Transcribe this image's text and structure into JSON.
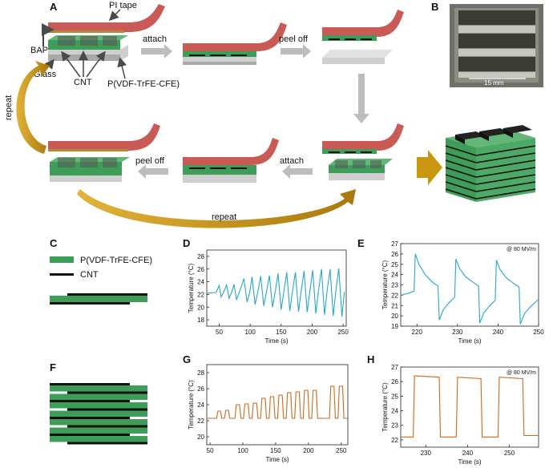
{
  "panels": {
    "A": "A",
    "B": "B",
    "C": "C",
    "D": "D",
    "E": "E",
    "F": "F",
    "G": "G",
    "H": "H"
  },
  "schematic": {
    "pi_tape": "PI tape",
    "bap": "BAP",
    "glass": "Glass",
    "cnt": "CNT",
    "polymer": "P(VDF-TrFE-CFE)",
    "attach": "attach",
    "peel_off": "peel off",
    "repeat": "repeat"
  },
  "photo": {
    "scale_bar": "15 mm"
  },
  "legend": {
    "polymer": "P(VDF-TrFE-CFE)",
    "cnt": "CNT"
  },
  "colors": {
    "green": "#3f9d5a",
    "black": "#111111",
    "tape": "#c95a55",
    "teal": "#2aa6c4",
    "orange": "#c96a1f",
    "gold": "#c8960f",
    "grey": "#bdbdbd"
  },
  "chart_data": [
    {
      "id": "D",
      "type": "line",
      "xlabel": "Time (s)",
      "ylabel": "Temperature (°C)",
      "xlim": [
        30,
        255
      ],
      "ylim": [
        17,
        29
      ],
      "xticks": [
        50,
        100,
        150,
        200,
        250
      ],
      "yticks": [
        18,
        20,
        22,
        24,
        26,
        28
      ],
      "series": [
        {
          "color": "#2aa6c4",
          "values": [
            [
              30,
              22.2
            ],
            [
              45,
              22.3
            ],
            [
              50,
              23.4
            ],
            [
              53,
              21.6
            ],
            [
              57,
              22.3
            ],
            [
              62,
              23.5
            ],
            [
              66,
              21.4
            ],
            [
              70,
              22.3
            ],
            [
              74,
              23.6
            ],
            [
              78,
              21.2
            ],
            [
              82,
              22.2
            ],
            [
              90,
              24.5
            ],
            [
              95,
              20.8
            ],
            [
              99,
              22.2
            ],
            [
              103,
              24.8
            ],
            [
              108,
              20.4
            ],
            [
              112,
              22.2
            ],
            [
              117,
              24.9
            ],
            [
              122,
              20.2
            ],
            [
              126,
              22.2
            ],
            [
              131,
              25.0
            ],
            [
              136,
              20.0
            ],
            [
              140,
              22.2
            ],
            [
              145,
              25.3
            ],
            [
              150,
              19.6
            ],
            [
              154,
              22.2
            ],
            [
              159,
              25.5
            ],
            [
              164,
              19.4
            ],
            [
              168,
              22.3
            ],
            [
              173,
              25.5
            ],
            [
              178,
              19.3
            ],
            [
              182,
              22.3
            ],
            [
              187,
              25.7
            ],
            [
              192,
              19.2
            ],
            [
              196,
              22.3
            ],
            [
              201,
              25.8
            ],
            [
              206,
              19.0
            ],
            [
              210,
              22.4
            ],
            [
              215,
              26.0
            ],
            [
              220,
              18.8
            ],
            [
              224,
              22.4
            ],
            [
              229,
              26.0
            ],
            [
              234,
              18.6
            ],
            [
              238,
              22.4
            ],
            [
              243,
              26.1
            ],
            [
              248,
              18.5
            ],
            [
              252,
              22.4
            ]
          ]
        }
      ]
    },
    {
      "id": "E",
      "type": "line",
      "xlabel": "Time (s)",
      "ylabel": "Temperature (°C)",
      "annotation": "@ 80 MV/m",
      "xlim": [
        216,
        250
      ],
      "ylim": [
        19,
        27
      ],
      "xticks": [
        220,
        230,
        240,
        250
      ],
      "yticks": [
        19,
        20,
        21,
        22,
        23,
        24,
        25,
        26,
        27
      ],
      "series": [
        {
          "color": "#2aa6c4",
          "values": [
            [
              216,
              22.0
            ],
            [
              218,
              22.2
            ],
            [
              219.3,
              22.4
            ],
            [
              219.6,
              26.0
            ],
            [
              220.5,
              25.0
            ],
            [
              222,
              24.0
            ],
            [
              224,
              23.2
            ],
            [
              225.2,
              22.9
            ],
            [
              225.5,
              19.6
            ],
            [
              226.5,
              20.6
            ],
            [
              228,
              21.3
            ],
            [
              229.3,
              21.8
            ],
            [
              229.6,
              25.5
            ],
            [
              230.5,
              24.6
            ],
            [
              232,
              23.8
            ],
            [
              234,
              23.2
            ],
            [
              235.2,
              22.9
            ],
            [
              235.5,
              19.3
            ],
            [
              236.5,
              20.3
            ],
            [
              238,
              21.0
            ],
            [
              239.3,
              21.5
            ],
            [
              239.6,
              25.4
            ],
            [
              240.5,
              24.5
            ],
            [
              242,
              23.7
            ],
            [
              244,
              23.1
            ],
            [
              245.2,
              22.8
            ],
            [
              245.5,
              19.2
            ],
            [
              246.5,
              20.2
            ],
            [
              248,
              20.9
            ],
            [
              250,
              21.6
            ]
          ]
        }
      ]
    },
    {
      "id": "G",
      "type": "line",
      "xlabel": "Time (s)",
      "ylabel": "Temperature (°C)",
      "xlim": [
        45,
        260
      ],
      "ylim": [
        19,
        29
      ],
      "xticks": [
        50,
        100,
        150,
        200,
        250
      ],
      "yticks": [
        20,
        22,
        24,
        26,
        28
      ],
      "series": [
        {
          "color": "#c96a1f",
          "values": [
            [
              45,
              22.3
            ],
            [
              60,
              22.3
            ],
            [
              62,
              23.2
            ],
            [
              66,
              23.2
            ],
            [
              68,
              22.3
            ],
            [
              72,
              22.3
            ],
            [
              74,
              23.3
            ],
            [
              78,
              23.3
            ],
            [
              80,
              22.3
            ],
            [
              88,
              22.3
            ],
            [
              90,
              24.0
            ],
            [
              95,
              24.0
            ],
            [
              97,
              22.3
            ],
            [
              101,
              22.3
            ],
            [
              103,
              24.1
            ],
            [
              108,
              24.1
            ],
            [
              110,
              22.3
            ],
            [
              114,
              22.3
            ],
            [
              116,
              24.2
            ],
            [
              121,
              24.2
            ],
            [
              123,
              22.3
            ],
            [
              127,
              22.3
            ],
            [
              129,
              24.8
            ],
            [
              134,
              24.8
            ],
            [
              136,
              22.3
            ],
            [
              140,
              22.3
            ],
            [
              142,
              25.0
            ],
            [
              147,
              25.0
            ],
            [
              149,
              22.3
            ],
            [
              153,
              22.3
            ],
            [
              155,
              25.2
            ],
            [
              160,
              25.2
            ],
            [
              162,
              22.3
            ],
            [
              166,
              22.3
            ],
            [
              168,
              25.5
            ],
            [
              173,
              25.5
            ],
            [
              175,
              22.3
            ],
            [
              179,
              22.3
            ],
            [
              181,
              25.6
            ],
            [
              186,
              25.6
            ],
            [
              188,
              22.3
            ],
            [
              192,
              22.3
            ],
            [
              194,
              25.8
            ],
            [
              199,
              25.8
            ],
            [
              201,
              22.3
            ],
            [
              205,
              22.3
            ],
            [
              207,
              25.8
            ],
            [
              212,
              25.8
            ],
            [
              214,
              22.3
            ],
            [
              232,
              22.3
            ],
            [
              234,
              26.3
            ],
            [
              239,
              26.3
            ],
            [
              241,
              22.3
            ],
            [
              245,
              22.3
            ],
            [
              247,
              26.3
            ],
            [
              252,
              26.3
            ],
            [
              254,
              22.3
            ],
            [
              260,
              22.3
            ]
          ]
        }
      ]
    },
    {
      "id": "H",
      "type": "line",
      "xlabel": "Time (s)",
      "ylabel": "Temperature (°C)",
      "annotation": "@ 80 MV/m",
      "xlim": [
        224,
        257
      ],
      "ylim": [
        21.5,
        27
      ],
      "xticks": [
        230,
        240,
        250
      ],
      "yticks": [
        22,
        23,
        24,
        25,
        26,
        27
      ],
      "series": [
        {
          "color": "#c96a1f",
          "values": [
            [
              224,
              22.2
            ],
            [
              227,
              22.2
            ],
            [
              227.3,
              26.4
            ],
            [
              233.2,
              26.3
            ],
            [
              233.5,
              22.2
            ],
            [
              237.3,
              22.2
            ],
            [
              237.6,
              26.3
            ],
            [
              243.2,
              26.2
            ],
            [
              243.5,
              22.2
            ],
            [
              247.3,
              22.2
            ],
            [
              247.6,
              26.3
            ],
            [
              253.2,
              26.2
            ],
            [
              253.5,
              22.3
            ],
            [
              257,
              22.3
            ]
          ]
        }
      ]
    }
  ]
}
